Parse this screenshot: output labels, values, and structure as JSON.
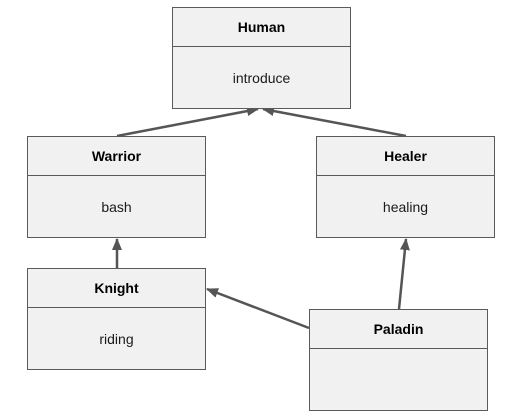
{
  "classes": {
    "human": {
      "name": "Human",
      "method": "introduce"
    },
    "warrior": {
      "name": "Warrior",
      "method": "bash"
    },
    "healer": {
      "name": "Healer",
      "method": "healing"
    },
    "knight": {
      "name": "Knight",
      "method": "riding"
    },
    "paladin": {
      "name": "Paladin",
      "method": ""
    }
  },
  "relations": [
    {
      "child": "Warrior",
      "parent": "Human",
      "type": "inheritance"
    },
    {
      "child": "Healer",
      "parent": "Human",
      "type": "inheritance"
    },
    {
      "child": "Knight",
      "parent": "Warrior",
      "type": "inheritance"
    },
    {
      "child": "Paladin",
      "parent": "Knight",
      "type": "inheritance"
    },
    {
      "child": "Paladin",
      "parent": "Healer",
      "type": "inheritance"
    }
  ],
  "colors": {
    "box_fill": "#f1f1f1",
    "box_border": "#5a5a5a",
    "arrow": "#555555"
  }
}
